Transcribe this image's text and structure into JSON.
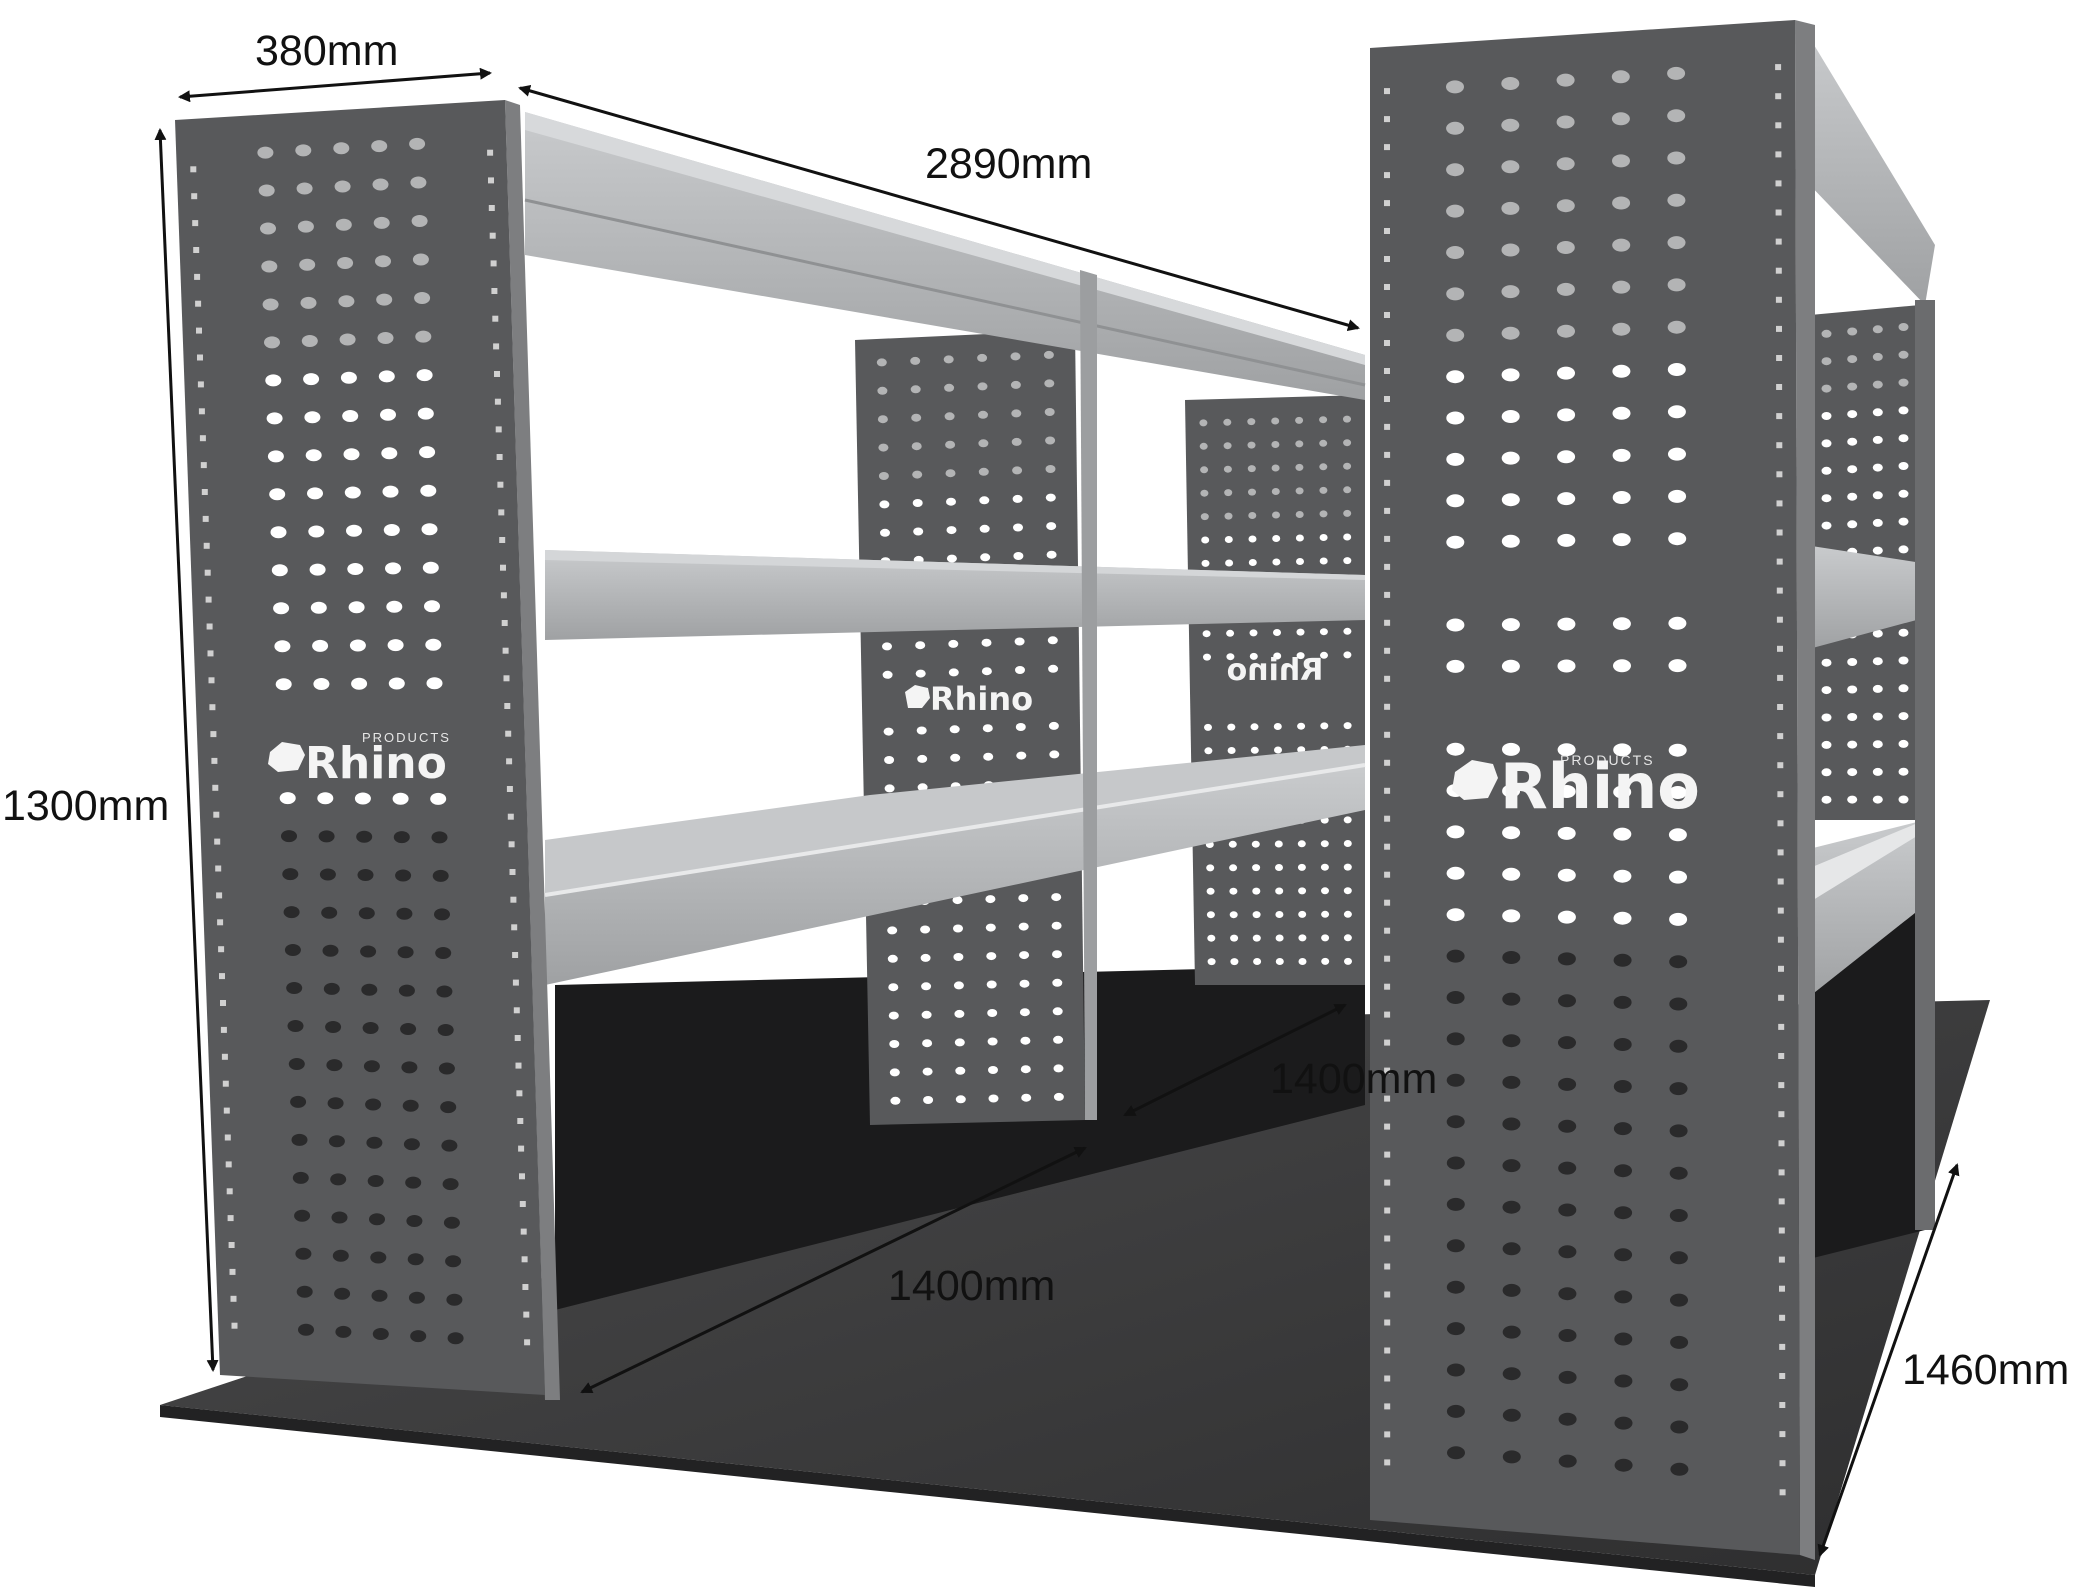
{
  "brand": {
    "name": "Rhino",
    "tagline": "PRODUCTS"
  },
  "dimensions": {
    "depth": "380mm",
    "length": "2890mm",
    "height": "1300mm",
    "bay_rear": "1400mm",
    "bay_front": "1400mm",
    "floor_width": "1460mm"
  },
  "colors": {
    "panel": "#58595b",
    "panel_edge": "#8a8b8d",
    "shelf": "#a9abad",
    "shelf_light": "#c9cbcd",
    "floor": "#3a3a3b",
    "hole": "#ffffff",
    "arrow": "#111111"
  }
}
